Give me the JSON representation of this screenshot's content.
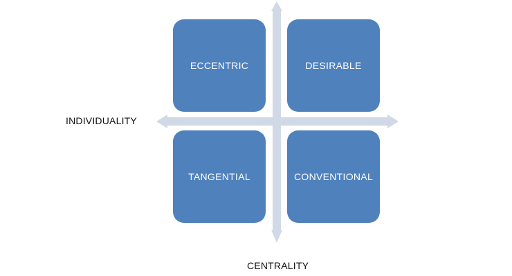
{
  "colors": {
    "box_fill": "#4f81bd",
    "arrow": "#d1d9e6",
    "text": "#111111"
  },
  "axes": {
    "horizontal_label": "INDIVIDUALITY",
    "vertical_label": "CENTRALITY"
  },
  "quadrants": {
    "top_left": "ECCENTRIC",
    "top_right": "DESIRABLE",
    "bottom_left": "TANGENTIAL",
    "bottom_right": "CONVENTIONAL"
  }
}
